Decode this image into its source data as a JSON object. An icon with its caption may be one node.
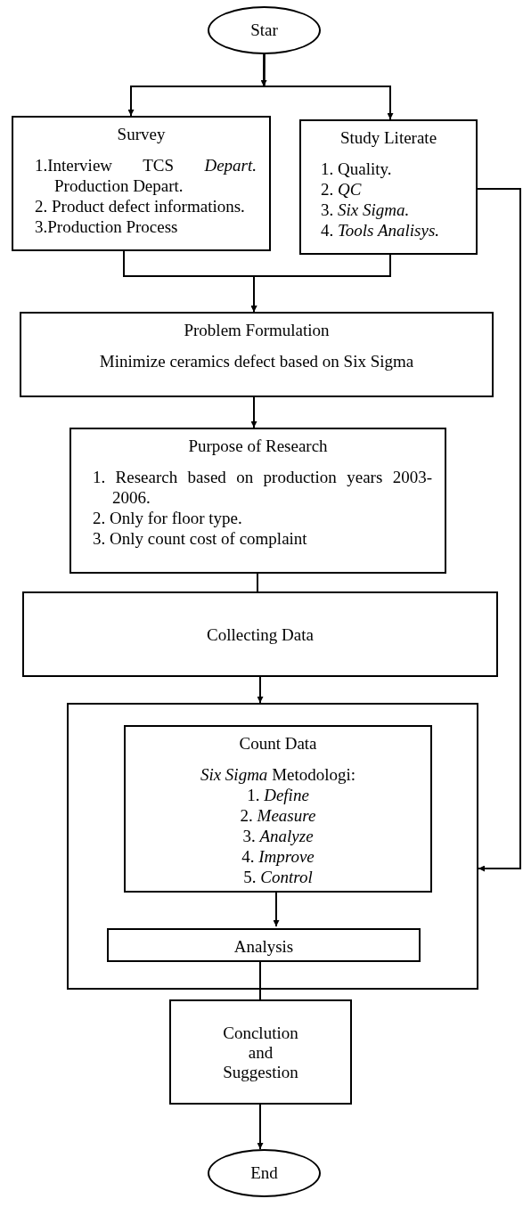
{
  "diagram": {
    "nodes": [
      {
        "text": [
          "Star"
        ]
      },
      {
        "text": [
          "Survey",
          "1.Interview TCS *Depart.* Production Depart.",
          "2. Product defect informations.",
          "3.Production Process"
        ]
      },
      {
        "text": [
          "Study Literate",
          "1. Quality.",
          "2. *QC*",
          "3. *Six Sigma.*",
          "4. *Tools Analisys.*"
        ]
      },
      {
        "text": [
          "Problem Formulation",
          "Minimize ceramics defect based on Six Sigma"
        ]
      },
      {
        "text": [
          "Purpose of Research",
          "1. Research based on production years 2003-2006.",
          "2. Only for floor type.",
          "3. Only count cost of complaint"
        ]
      },
      {
        "text": [
          "Collecting Data"
        ]
      },
      {
        "text": [],
        "shape": "box"
      },
      {
        "text": [
          "Count Data",
          "*Six Sigma* Metodologi:",
          "1. *Define*",
          "2. *Measure*",
          "3. *Analyze*",
          "4. *Improve*",
          "5. *Control*"
        ],
        "in": 6
      },
      {
        "text": [
          "Analysis"
        ],
        "in": 6
      },
      {
        "text": [
          "Conclution and Suggestion"
        ]
      },
      {
        "text": [
          "End"
        ]
      }
    ],
    "edges": [
      {
        "from": 0,
        "to": 1,
        "arrow": "to"
      },
      {
        "from": 0,
        "to": 2,
        "arrow": "to"
      },
      {
        "from": 1,
        "to": 3,
        "arrow": "to"
      },
      {
        "from": 2,
        "to": 3,
        "arrow": "to"
      },
      {
        "from": 3,
        "to": 4,
        "arrow": "to"
      },
      {
        "from": 4,
        "to": 5,
        "arrow": "none"
      },
      {
        "from": 5,
        "to": 6,
        "arrow": "to"
      },
      {
        "from": 7,
        "to": 8,
        "arrow": "to"
      },
      {
        "from": 8,
        "to": 9,
        "arrow": "none"
      },
      {
        "from": 9,
        "to": 10,
        "arrow": "to"
      },
      {
        "from": 2,
        "to": 6,
        "arrow": "to"
      }
    ]
  }
}
